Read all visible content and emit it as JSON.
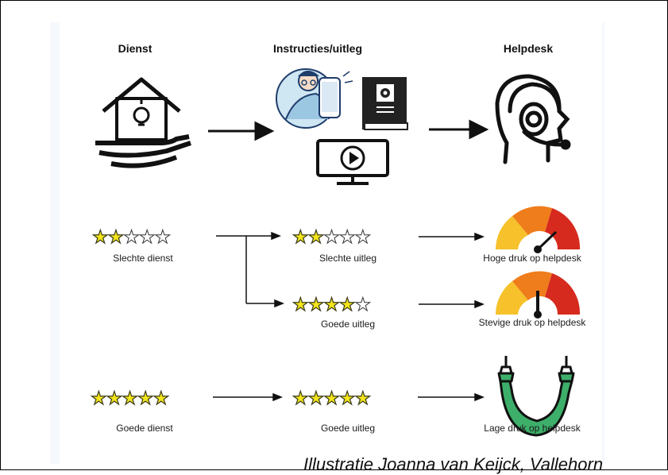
{
  "headers": {
    "dienst": "Dienst",
    "instructies": "Instructies/uitleg",
    "helpdesk": "Helpdesk"
  },
  "rows": [
    {
      "left": {
        "stars": 2,
        "label": "Slechte dienst"
      },
      "middle": {
        "stars": 2,
        "label": "Slechte uitleg"
      },
      "right": {
        "label": "Hoge druk op helpdesk",
        "gauge_level": 0.85
      }
    },
    {
      "middle": {
        "stars": 4,
        "label": "Goede uitleg"
      },
      "right": {
        "label": "Stevige druk op helpdesk",
        "gauge_level": 0.55
      }
    },
    {
      "left": {
        "stars": 5,
        "label": "Goede dienst"
      },
      "middle": {
        "stars": 5,
        "label": "Goede uitleg"
      },
      "right": {
        "label": "Lage druk op helpdesk"
      }
    }
  ],
  "credit": "Illustratie Joanna van Keijck, Vallehorn",
  "colors": {
    "star": "#f2e51c",
    "gauge_red": "#d62a1e",
    "gauge_orange": "#ef7d1b",
    "gauge_yellow": "#f6c12a",
    "pressure_green": "#3daf6a"
  },
  "icons": {
    "dienst": "house-with-lightbulb-on-hand-icon",
    "instructies": [
      "person-with-phone-icon",
      "manual-book-icon",
      "video-monitor-icon"
    ],
    "helpdesk": "headset-agent-icon",
    "pressure_high": "gauge-high-icon",
    "pressure_medium": "gauge-medium-icon",
    "pressure_low": "relieved-pressure-icon"
  }
}
